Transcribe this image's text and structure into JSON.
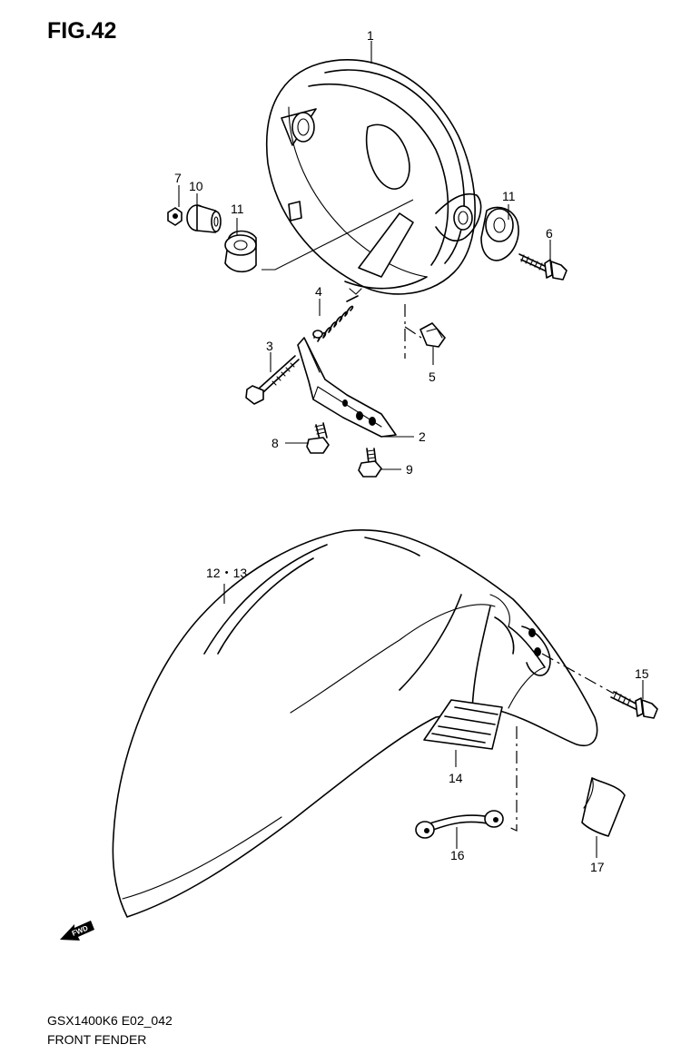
{
  "figure_label": "FIG.42",
  "model_code": "GSX1400K6 E02_042",
  "caption": "FRONT FENDER",
  "fwd_label": "FWD",
  "callouts": {
    "c1": "1",
    "c2": "2",
    "c3": "3",
    "c4": "4",
    "c5": "5",
    "c6": "6",
    "c7": "7",
    "c8": "8",
    "c9": "9",
    "c10": "10",
    "c11a": "11",
    "c11b": "11",
    "c12": "12・13",
    "c14": "14",
    "c15": "15",
    "c16": "16",
    "c17": "17"
  },
  "icons": [
    "headlight-housing",
    "bolt",
    "spring",
    "bracket",
    "grommet",
    "collar",
    "nut",
    "fender",
    "reflector",
    "clip",
    "cover",
    "fwd-arrow"
  ]
}
